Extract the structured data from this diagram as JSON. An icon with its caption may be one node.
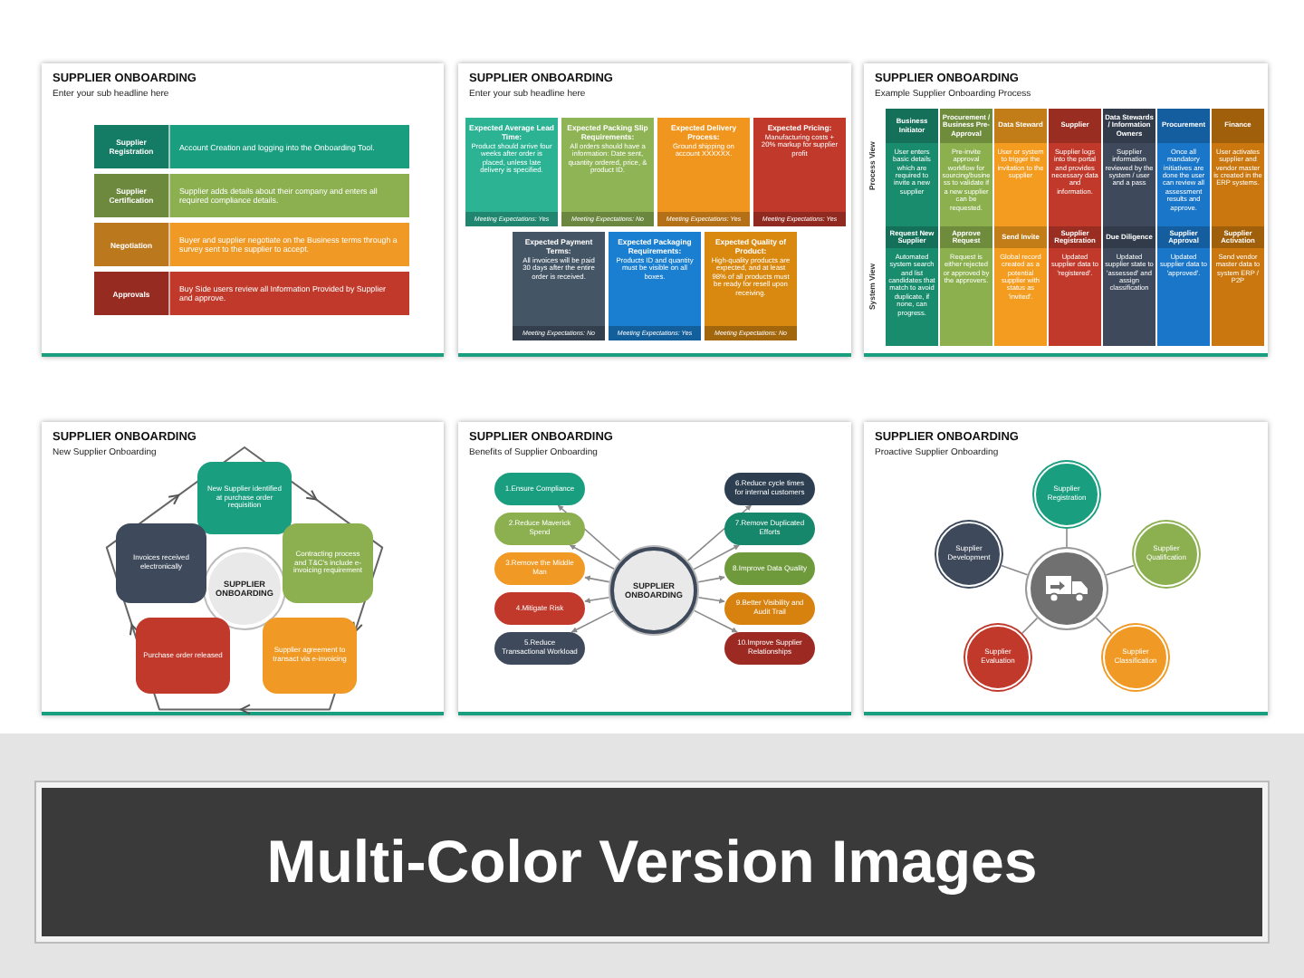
{
  "diagram": {
    "nodes": [
      {
        "text": [
          "SUPPLIER ONBOARDING",
          "Enter your sub headline here"
        ]
      },
      {
        "text": [
          "Supplier Registration",
          "Account Creation and logging into the Onboarding Tool."
        ],
        "in": 0
      },
      {
        "text": [
          "Supplier Certification",
          "Supplier adds details about their company and enters all required compliance details."
        ],
        "in": 0
      },
      {
        "text": [
          "Negotiation",
          "Buyer and supplier negotiate on the Business terms through a survey sent to the supplier to accept."
        ],
        "in": 0
      },
      {
        "text": [
          "Approvals",
          "Buy Side users review all Information Provided by Supplier and approve."
        ],
        "in": 0
      },
      {
        "text": [
          "SUPPLIER ONBOARDING",
          "Enter your sub headline here"
        ]
      },
      {
        "text": [
          "Expected Average Lead Time:",
          "Product should arrive four weeks after order is placed, unless late delivery is specified.",
          "Meeting Expectations: Yes"
        ],
        "in": 5
      },
      {
        "text": [
          "Expected Packing Slip Requirements:",
          "All orders should have a information: Date sent, quantity ordered, price, & product ID.",
          "Meeting Expectations: No"
        ],
        "in": 5
      },
      {
        "text": [
          "Expected Delivery Process:",
          "Ground shipping on account XXXXXX.",
          "Meeting Expectations: Yes"
        ],
        "in": 5
      },
      {
        "text": [
          "Expected Pricing:",
          "Manufacturing costs + 20% markup for supplier profit",
          "Meeting Expectations: Yes"
        ],
        "in": 5
      },
      {
        "text": [
          "Expected Payment Terms:",
          "All invoices will be paid 30 days after the entire order is received.",
          "Meeting Expectations: No"
        ],
        "in": 5
      },
      {
        "text": [
          "Expected Packaging Requirements:",
          "Products ID and quantity must be visible on all boxes.",
          "Meeting Expectations: Yes"
        ],
        "in": 5
      },
      {
        "text": [
          "Expected Quality of Product:",
          "High-quality products are expected, and at least 98% of all products must be ready for resell upon receiving.",
          "Meeting Expectations: No"
        ],
        "in": 5
      },
      {
        "text": [
          "SUPPLIER ONBOARDING",
          "Example Supplier Onboarding Process"
        ]
      },
      {
        "text": [
          "Business Initiator",
          "User enters basic details which are required to invite a new supplier",
          "Request New Supplier",
          "Automated system search and list candidates that match to avoid duplicate, if none, can progress."
        ],
        "in": 13
      },
      {
        "text": [
          "Procurement / Business Pre-Approval",
          "Pre-invite approval workflow for sourcing/business to validate if a new supplier can be requested.",
          "Approve Request",
          "Request is either rejected or approved by the approvers."
        ],
        "in": 13
      },
      {
        "text": [
          "Data Steward",
          "User or system to trigger the invitation to the supplier",
          "Send Invite",
          "Global record created as a potential supplier with status as 'invited'."
        ],
        "in": 13
      },
      {
        "text": [
          "Supplier",
          "Supplier logs into the portal and provides necessary data and information.",
          "Supplier Registration",
          "Updated supplier data to 'registered'."
        ],
        "in": 13
      },
      {
        "text": [
          "Data Stewards / Information Owners",
          "Supplier information reviewed by the system / user and a pass",
          "Due Diligence",
          "Updated supplier state to 'assessed' and assign classification"
        ],
        "in": 13
      },
      {
        "text": [
          "Procurement",
          "Once all mandatory initiatives are done the user can review all assessment results and approve.",
          "Supplier Approval",
          "Updated supplier data to 'approved'."
        ],
        "in": 13
      },
      {
        "text": [
          "Finance",
          "User activates supplier and vendor master is created in the ERP systems.",
          "Supplier Activation",
          "Send vendor master data to system ERP / P2P"
        ],
        "in": 13
      },
      {
        "text": [
          "SUPPLIER ONBOARDING",
          "New Supplier Onboarding"
        ]
      },
      {
        "text": [
          "SUPPLIER ONBOARDING"
        ],
        "in": 21
      },
      {
        "text": [
          "New Supplier identified at purchase order requisition"
        ],
        "in": 21
      },
      {
        "text": [
          "Contracting process and T&C's include e-invoicing requirement"
        ],
        "in": 21
      },
      {
        "text": [
          "Supplier agreement to transact via e-invoicing"
        ],
        "in": 21
      },
      {
        "text": [
          "Purchase order released"
        ],
        "in": 21
      },
      {
        "text": [
          "Invoices received electronically"
        ],
        "in": 21
      },
      {
        "text": [
          "SUPPLIER ONBOARDING",
          "Benefits of Supplier Onboarding"
        ]
      },
      {
        "text": [
          "SUPPLIER ONBOARDING"
        ],
        "in": 28
      },
      {
        "text": [
          "1.Ensure Compliance"
        ],
        "in": 28
      },
      {
        "text": [
          "2.Reduce Maverick Spend"
        ],
        "in": 28
      },
      {
        "text": [
          "3.Remove the Middle Man"
        ],
        "in": 28
      },
      {
        "text": [
          "4.Mitigate Risk"
        ],
        "in": 28
      },
      {
        "text": [
          "5.Reduce Transactional Workload"
        ],
        "in": 28
      },
      {
        "text": [
          "6.Reduce cycle times for internal customers"
        ],
        "in": 28
      },
      {
        "text": [
          "7.Remove Duplicated Efforts"
        ],
        "in": 28
      },
      {
        "text": [
          "8.Improve Data Quality"
        ],
        "in": 28
      },
      {
        "text": [
          "9.Better Visibility and Audit Trail"
        ],
        "in": 28
      },
      {
        "text": [
          "10.Improve Supplier Relationships"
        ],
        "in": 28
      },
      {
        "text": [
          "SUPPLIER ONBOARDING",
          "Proactive Supplier Onboarding"
        ]
      },
      {
        "text": [],
        "shape": "circle",
        "in": 40
      },
      {
        "text": [
          "Supplier Registration"
        ],
        "in": 40
      },
      {
        "text": [
          "Supplier Qualification"
        ],
        "in": 40
      },
      {
        "text": [
          "Supplier Classification"
        ],
        "in": 40
      },
      {
        "text": [
          "Supplier Evaluation"
        ],
        "in": 40
      },
      {
        "text": [
          "Supplier Development"
        ],
        "in": 40
      },
      {
        "text": [
          "Multi-Color Version Images"
        ]
      }
    ],
    "edges": [
      {
        "from": 29,
        "to": 30,
        "arrow": "to"
      },
      {
        "from": 29,
        "to": 31,
        "arrow": "to"
      },
      {
        "from": 29,
        "to": 32,
        "arrow": "to"
      },
      {
        "from": 29,
        "to": 33,
        "arrow": "to"
      },
      {
        "from": 29,
        "to": 34,
        "arrow": "to"
      },
      {
        "from": 29,
        "to": 35,
        "arrow": "to"
      },
      {
        "from": 29,
        "to": 36,
        "arrow": "to"
      },
      {
        "from": 29,
        "to": 37,
        "arrow": "to"
      },
      {
        "from": 29,
        "to": 38,
        "arrow": "to"
      },
      {
        "from": 29,
        "to": 39,
        "arrow": "to"
      },
      {
        "from": 42,
        "to": 41,
        "arrow": "none"
      },
      {
        "from": 43,
        "to": 41,
        "arrow": "none"
      },
      {
        "from": 44,
        "to": 41,
        "arrow": "none"
      },
      {
        "from": 45,
        "to": 41,
        "arrow": "none"
      },
      {
        "from": 46,
        "to": 41,
        "arrow": "none"
      }
    ],
    "labels": [
      "Process View",
      "System View"
    ]
  }
}
